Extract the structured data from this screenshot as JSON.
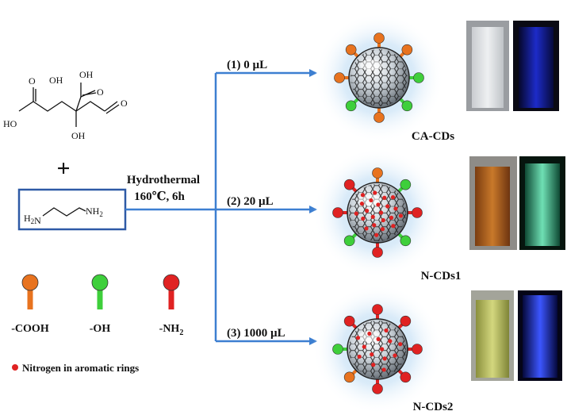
{
  "reactants": {
    "citric_acid_groups": [
      "OH",
      "OH",
      "HO",
      "OH",
      "O",
      "O",
      "O"
    ],
    "plus": "+",
    "ethylenediamine": {
      "left": "H2N",
      "right": "NH2"
    }
  },
  "conditions": {
    "line1": "Hydrothermal",
    "line2": "160℃, 6h"
  },
  "routes": [
    {
      "label": "(1)  0 µL",
      "product": "CA-CDs"
    },
    {
      "label": "(2)  20 µL",
      "product": "N-CDs1"
    },
    {
      "label": "(3)  1000 µL",
      "product": "N-CDs2"
    }
  ],
  "legend": {
    "items": [
      {
        "label": "-COOH",
        "color": "#e8731f"
      },
      {
        "label": "-OH",
        "color": "#3ecf3b"
      },
      {
        "label": "-NH2",
        "color": "#e02222"
      }
    ],
    "nitrogen_note": "Nitrogen in aromatic rings",
    "nitrogen_color": "#e02222"
  },
  "colors": {
    "arrow": "#3d7fd1",
    "box": "#2e5aa6",
    "glow": "#cfe3f5"
  }
}
